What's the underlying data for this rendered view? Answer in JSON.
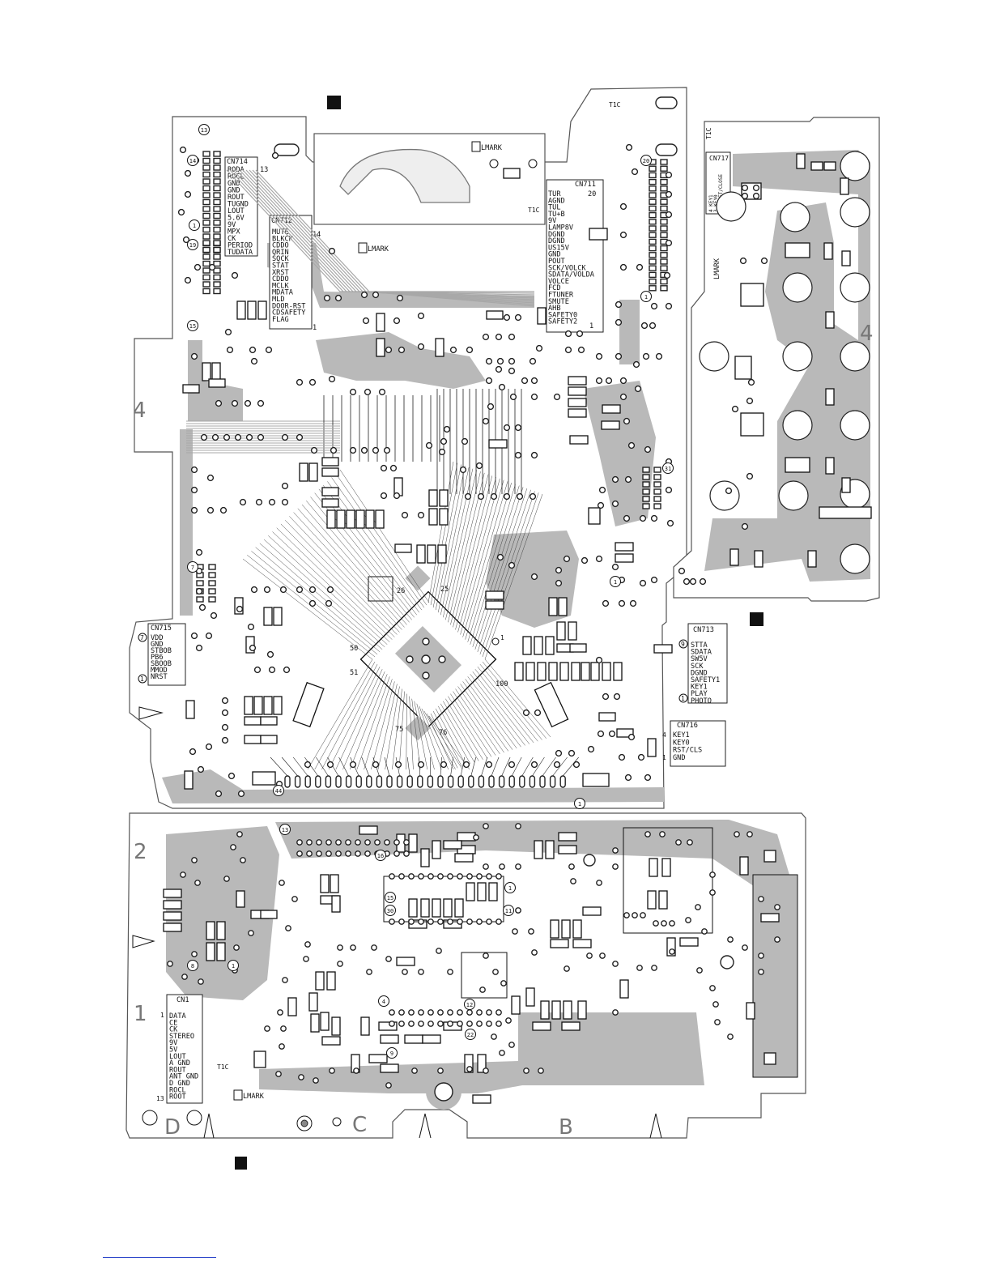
{
  "board_marks": {
    "mark_text": "LMARK",
    "t1c": "T1C",
    "board_numbers": [
      "4",
      "2",
      "1",
      "4"
    ],
    "bottom_letters": [
      "D",
      "C",
      "B"
    ]
  },
  "connectors": {
    "cn714": {
      "name": "CN714",
      "pin_first": "13",
      "pins": [
        "RODA",
        "ROCL",
        "GND",
        "GND",
        "ROUT",
        "TUGND",
        "LOUT",
        "5.6V",
        "9V",
        "MPX",
        "CK",
        "PERIOD",
        "TUDATA"
      ]
    },
    "cn712": {
      "name": "CN712",
      "pin_first": "14",
      "pin_last": "1",
      "pins": [
        "MUTE",
        "BLKCK",
        "CDDO",
        "QRIN",
        "SQCK",
        "STAT",
        "XRST",
        "CDDO",
        "MCLK",
        "MDATA",
        "MLD",
        "DOOR-RST",
        "CDSAFETY",
        "FLAG"
      ]
    },
    "cn711": {
      "name": "CN711",
      "pin_first": "20",
      "pin_last": "1",
      "pins": [
        "TUR",
        "AGND",
        "TUL",
        "TU+B",
        "9V",
        "LAMP8V",
        "DGND",
        "DGND",
        "US15V",
        "GND",
        "POUT",
        "SCK/VOLCK",
        "SDATA/VOLDA",
        "VOLCE",
        "FCD",
        "FTUNER",
        "SMUTE",
        "AHB",
        "SAFETY0",
        "SAFETY2"
      ]
    },
    "cn717": {
      "name": "CN717",
      "pins": [
        "4 KEY1",
        "3 KEY0",
        "2 RESET/CLOSE",
        "1 GND"
      ]
    },
    "cn715": {
      "name": "CN715",
      "pin_first": "7",
      "pin_last": "1",
      "pins": [
        "VDD",
        "GND",
        "STBOB",
        "PB6",
        "SBOOB",
        "MMOD",
        "NRST"
      ]
    },
    "cn713": {
      "name": "CN713",
      "pin_first": "9",
      "pin_last": "1",
      "pins": [
        "STTA",
        "SDATA",
        "SW5V",
        "SCK",
        "DGND",
        "SAFETY1",
        "KEY1",
        "PLAY",
        "PHOTO"
      ]
    },
    "cn716": {
      "name": "CN716",
      "pin_first": "4",
      "pin_last": "1",
      "pins": [
        "KEY1",
        "KEY0",
        "RST/CLS",
        "GND"
      ]
    },
    "cn1": {
      "name": "CN1",
      "pin_first": "1",
      "pin_last": "13",
      "pins": [
        "DATA",
        "CE",
        "CK",
        "STEREO",
        "9V",
        "5V",
        "LOUT",
        "A GND",
        "ROUT",
        "ANT GND",
        "D GND",
        "ROCL",
        "ROOT"
      ]
    }
  },
  "ic_pins": {
    "p26": "26",
    "p25": "25",
    "p50": "50",
    "p51": "51",
    "p100": "100",
    "p75": "75",
    "p76": "76",
    "p1": "1"
  },
  "callouts": [
    "13",
    "14",
    "20",
    "1",
    "19",
    "15",
    "31",
    "7",
    "1",
    "44",
    "1",
    "13",
    "16",
    "15",
    "30",
    "1",
    "11",
    "12",
    "22",
    "9",
    "8",
    "1",
    "4",
    "1"
  ],
  "colors": {
    "copper": "#b9b9b9",
    "outline": "#555555",
    "ink": "#111111"
  }
}
